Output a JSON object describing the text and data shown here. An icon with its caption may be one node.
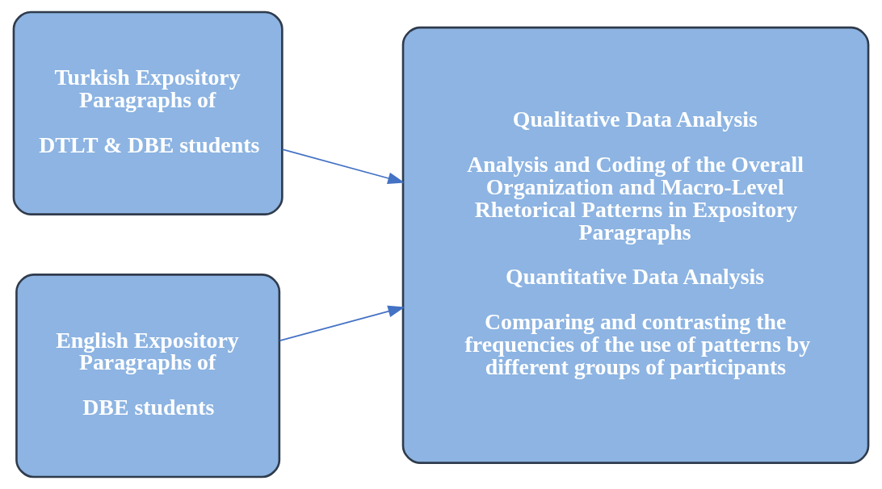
{
  "diagram": {
    "nodes": [
      {
        "text": [
          "Turkish Expository Paragraphs of",
          "DTLT & DBE students"
        ]
      },
      {
        "text": [
          "English Expository Paragraphs of",
          "DBE students"
        ]
      },
      {
        "text": [
          "Qualitative Data Analysis",
          "Analysis and Coding of the Overall Organization and Macro-Level Rhetorical Patterns in Expository Paragraphs",
          "Quantitative Data Analysis",
          "Comparing and contrasting the frequencies of the use of patterns by different groups of participants"
        ]
      }
    ],
    "edges": [
      {
        "from": 0,
        "to": 2,
        "arrow": "to"
      },
      {
        "from": 1,
        "to": 2,
        "arrow": "to"
      }
    ]
  }
}
